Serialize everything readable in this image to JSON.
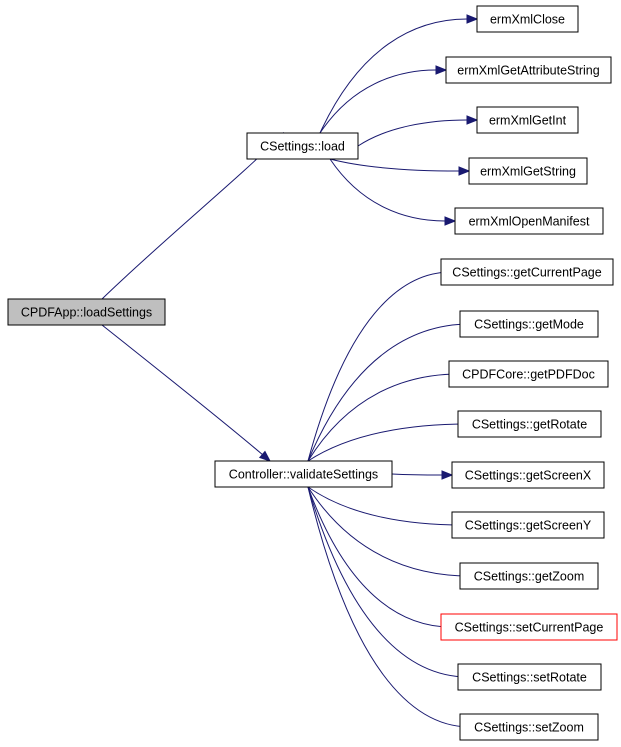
{
  "diagram": {
    "type": "call-graph",
    "nodes": {
      "loadSettings": {
        "label": "CPDFApp::loadSettings",
        "style": "root"
      },
      "load": {
        "label": "CSettings::load"
      },
      "ermXmlClose": {
        "label": "ermXmlClose"
      },
      "ermXmlGetAttributeString": {
        "label": "ermXmlGetAttributeString"
      },
      "ermXmlGetInt": {
        "label": "ermXmlGetInt"
      },
      "ermXmlGetString": {
        "label": "ermXmlGetString"
      },
      "ermXmlOpenManifest": {
        "label": "ermXmlOpenManifest"
      },
      "validateSettings": {
        "label": "Controller::validateSettings"
      },
      "getCurrentPage": {
        "label": "CSettings::getCurrentPage"
      },
      "getMode": {
        "label": "CSettings::getMode"
      },
      "getPDFDoc": {
        "label": "CPDFCore::getPDFDoc"
      },
      "getRotate": {
        "label": "CSettings::getRotate"
      },
      "getScreenX": {
        "label": "CSettings::getScreenX"
      },
      "getScreenY": {
        "label": "CSettings::getScreenY"
      },
      "getZoom": {
        "label": "CSettings::getZoom"
      },
      "setCurrentPage": {
        "label": "CSettings::setCurrentPage",
        "style": "highlight"
      },
      "setRotate": {
        "label": "CSettings::setRotate"
      },
      "setZoom": {
        "label": "CSettings::setZoom"
      }
    },
    "edges": [
      [
        "loadSettings",
        "load"
      ],
      [
        "loadSettings",
        "validateSettings"
      ],
      [
        "load",
        "ermXmlClose"
      ],
      [
        "load",
        "ermXmlGetAttributeString"
      ],
      [
        "load",
        "ermXmlGetInt"
      ],
      [
        "load",
        "ermXmlGetString"
      ],
      [
        "load",
        "ermXmlOpenManifest"
      ],
      [
        "validateSettings",
        "getCurrentPage"
      ],
      [
        "validateSettings",
        "getMode"
      ],
      [
        "validateSettings",
        "getPDFDoc"
      ],
      [
        "validateSettings",
        "getRotate"
      ],
      [
        "validateSettings",
        "getScreenX"
      ],
      [
        "validateSettings",
        "getScreenY"
      ],
      [
        "validateSettings",
        "getZoom"
      ],
      [
        "validateSettings",
        "setCurrentPage"
      ],
      [
        "validateSettings",
        "setRotate"
      ],
      [
        "validateSettings",
        "setZoom"
      ]
    ],
    "colors": {
      "edge": "#191970",
      "node_border": "#000000",
      "root_fill": "#bfbfbf",
      "highlight_border": "#ff0000"
    }
  }
}
